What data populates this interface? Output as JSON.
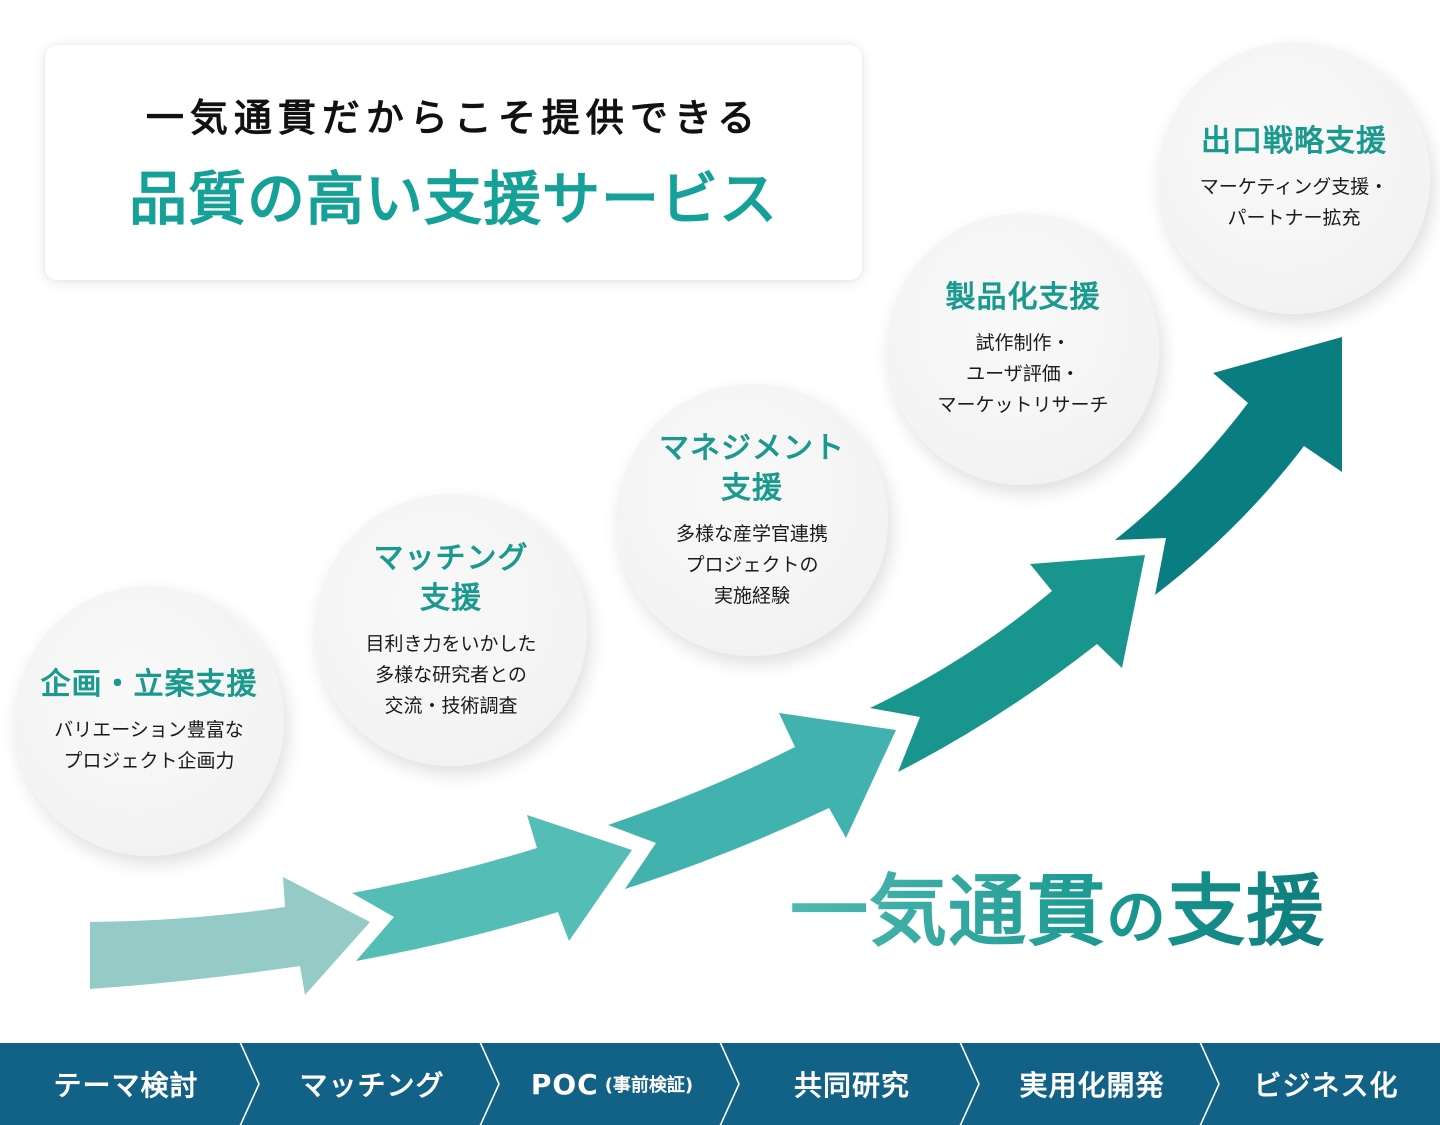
{
  "headline": {
    "subtitle": "一気通貫だからこそ提供できる",
    "title": "品質の高い支援サービス"
  },
  "bubbles": [
    {
      "title": "企画・立案支援",
      "description": "バリエーション豊富な\nプロジェクト企画力"
    },
    {
      "title": "マッチング\n支援",
      "description": "目利き力をいかした\n多様な研究者との\n交流・技術調査"
    },
    {
      "title": "マネジメント\n支援",
      "description": "多様な産学官連携\nプロジェクトの\n実施経験"
    },
    {
      "title": "製品化支援",
      "description": "試作制作・\nユーザ評価・\nマーケットリサーチ"
    },
    {
      "title": "出口戦略支援",
      "description": "マーケティング支援・\nパートナー拡充"
    }
  ],
  "slogan": {
    "part1": "一気通貫",
    "particle": "の",
    "part2": "支援"
  },
  "process": [
    {
      "label": "テーマ検討",
      "note": ""
    },
    {
      "label": "マッチング",
      "note": ""
    },
    {
      "label": "POC",
      "note": "(事前検証)"
    },
    {
      "label": "共同研究",
      "note": ""
    },
    {
      "label": "実用化開発",
      "note": ""
    },
    {
      "label": "ビジネス化",
      "note": ""
    }
  ],
  "colors": {
    "accent": "#15a197",
    "process_bar": "#126186",
    "arrow_steps": [
      "#94cbc7",
      "#54bdb6",
      "#42b2ae",
      "#18958d",
      "#0a7d80"
    ]
  }
}
